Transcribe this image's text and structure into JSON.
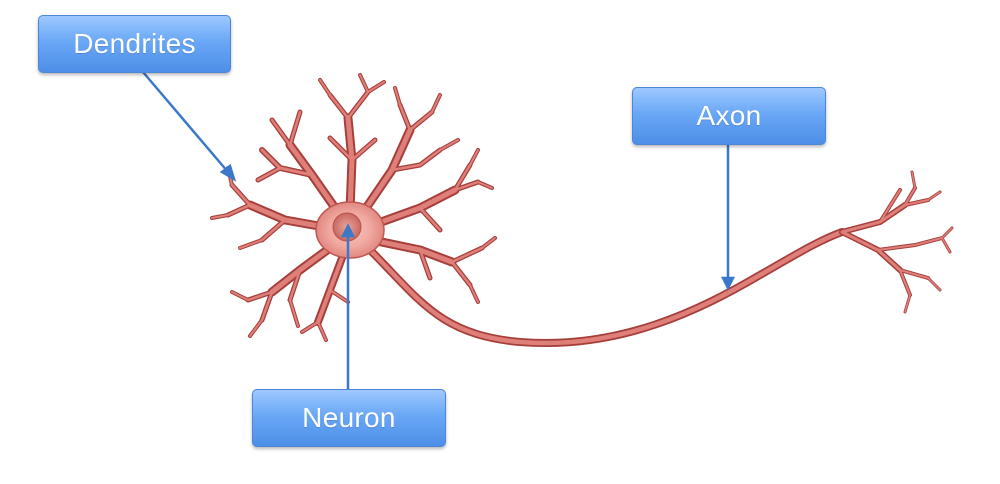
{
  "labels": {
    "dendrites": "Dendrites",
    "axon": "Axon",
    "neuron": "Neuron"
  },
  "colors": {
    "neuron_fill": "#d9706b",
    "neuron_outline": "#a63e3a",
    "cell_body_glow": "#f3b5ae",
    "nucleus": "#d27a73",
    "label_box": "#6aa8f6",
    "pointer_line": "#3b78c9"
  }
}
